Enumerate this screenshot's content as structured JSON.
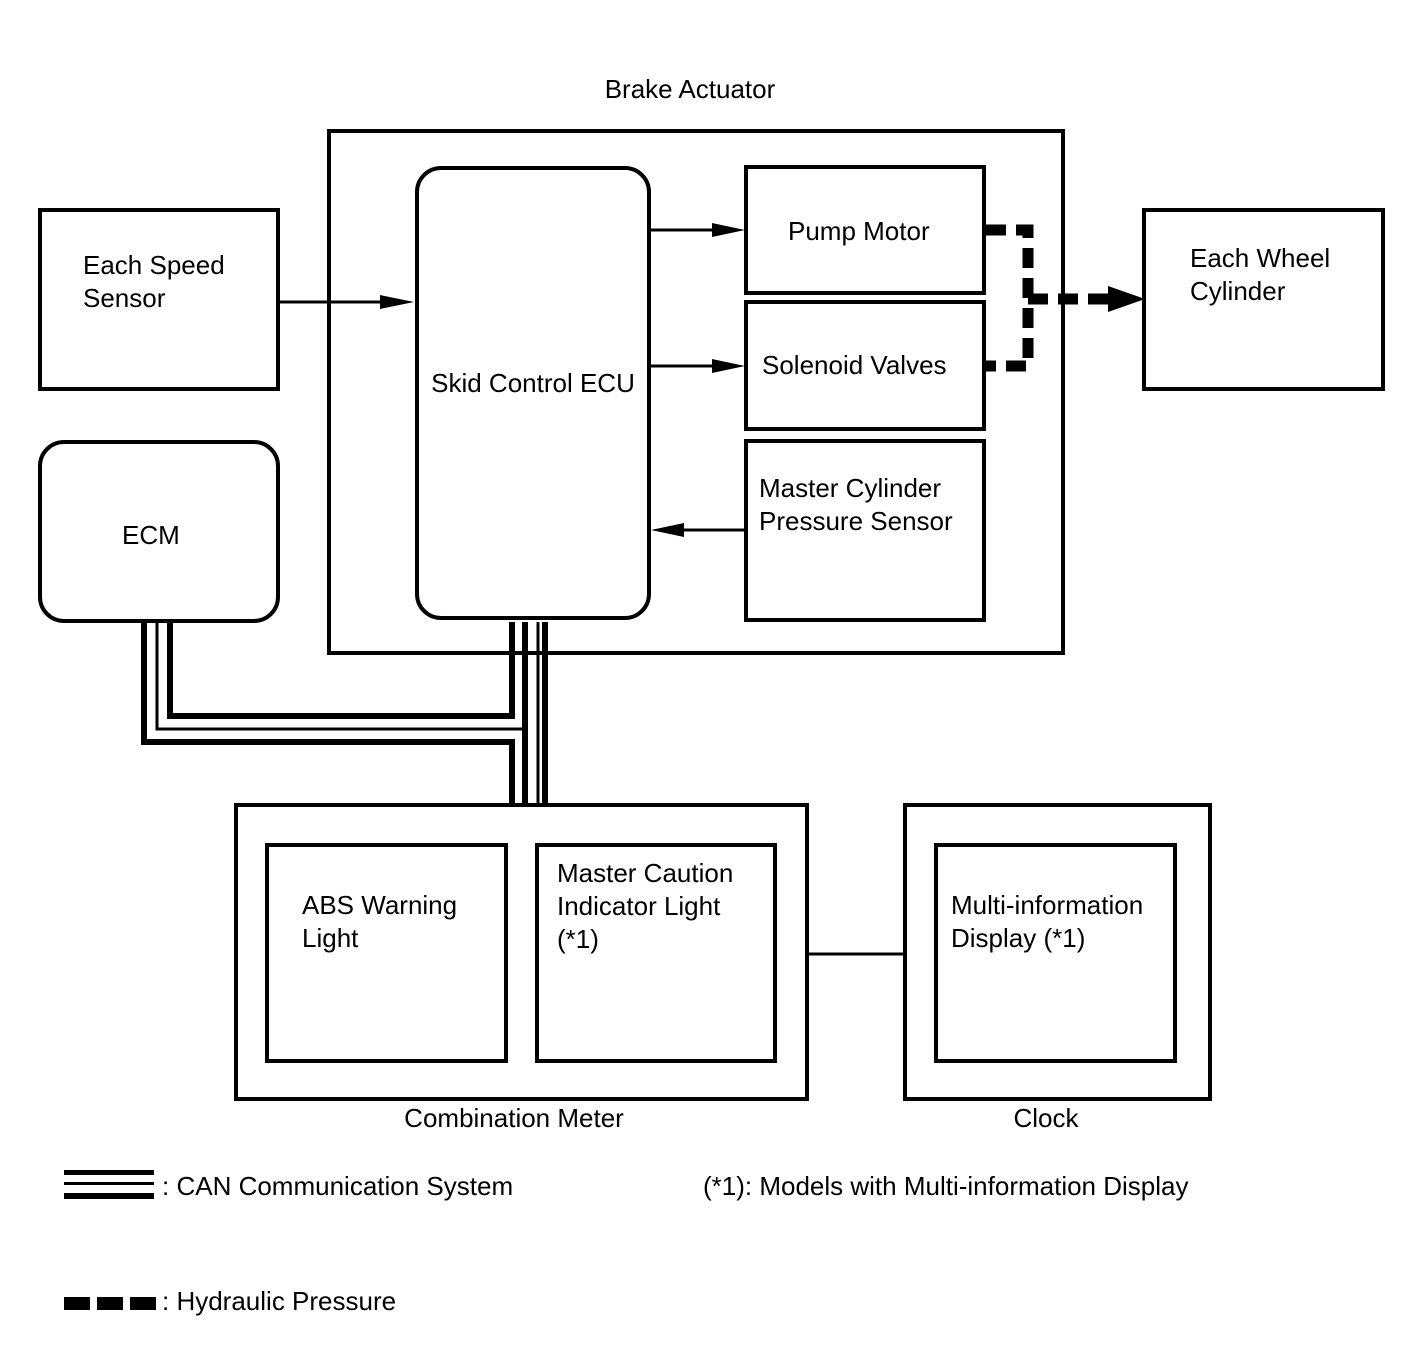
{
  "brake_actuator_label": "Brake Actuator",
  "skid_control_ecu_label": "Skid Control ECU",
  "pump_motor_label": "Pump Motor",
  "solenoid_valves_label": "Solenoid Valves",
  "master_cylinder_pressure_sensor_label": "Master Cylinder\nPressure Sensor",
  "each_speed_sensor_label": "Each Speed\nSensor",
  "ecm_label": "ECM",
  "each_wheel_cylinder_label": "Each Wheel\nCylinder",
  "combination_meter_label": "Combination Meter",
  "abs_warning_light_label": "ABS Warning\nLight",
  "master_caution_indicator_light_label": "Master Caution\nIndicator Light\n(*1)",
  "clock_label": "Clock",
  "multi_information_display_label": "Multi-information\nDisplay (*1)",
  "legend": {
    "can_label": ": CAN Communication System",
    "hydraulic_label": ": Hydraulic Pressure",
    "footnote": "(*1): Models with Multi-information Display"
  }
}
